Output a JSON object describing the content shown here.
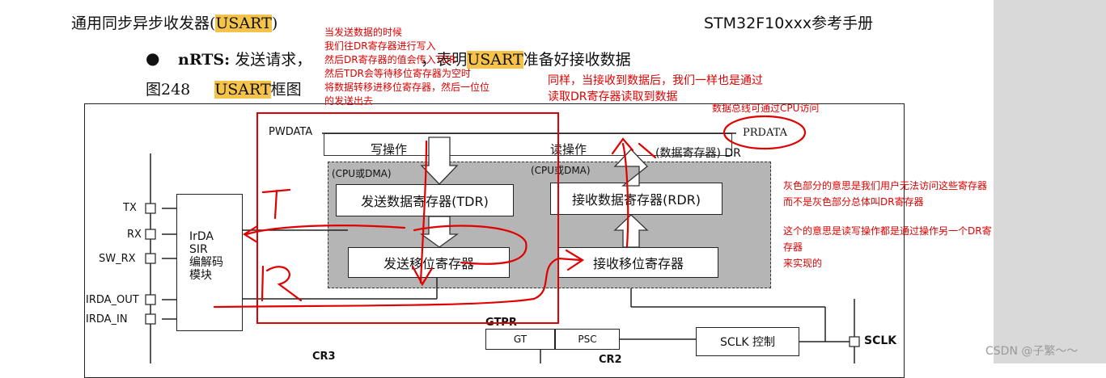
{
  "header": {
    "title_prefix": "通用同步异步收发器(",
    "title_highlight": "USART",
    "title_suffix": ")",
    "manual": "STM32F10xxx参考手册"
  },
  "bullet": {
    "label": "nRTS:",
    "text_a": "发送请求，",
    "text_b": "，表明",
    "highlight": "USART",
    "text_c": "准备好接收数据"
  },
  "figure": {
    "prefix": "图248",
    "highlight": "USART",
    "suffix": "框图"
  },
  "diagram": {
    "pwdata": "PWDATA",
    "prdata": "PRDATA",
    "write_op": "写操作",
    "read_op": "读操作",
    "data_reg": "(数据寄存器) DR",
    "cpu_dma_left": "(CPU或DMA)",
    "cpu_dma_right": "(CPU或DMA)",
    "tdr": "发送数据寄存器(TDR)",
    "rdr": "接收数据寄存器(RDR)",
    "tx_shift": "发送移位寄存器",
    "rx_shift": "接收移位寄存器",
    "irda_lines": [
      "IrDA",
      "SIR",
      "编解码",
      "模块"
    ],
    "pins": [
      "TX",
      "RX",
      "SW_RX",
      "IRDA_OUT",
      "IRDA_IN"
    ],
    "gtpr": "GTPR",
    "gt": "GT",
    "psc": "PSC",
    "sclk_ctrl": "SCLK 控制",
    "sclk": "SCLK",
    "cr3": "CR3",
    "cr2": "CR2"
  },
  "annotations": {
    "top_note": [
      "当发送数据的时候",
      "我们往DR寄存器进行写入",
      "然后DR寄存器的值会传入TDR",
      "然后TDR会等待移位寄存器为空时",
      "将数据转移进移位寄存器，然后一位位",
      "的发送出去"
    ],
    "mid_note": [
      "同样，当接收到数据后，我们一样也是通过",
      "读取DR寄存器读取到数据"
    ],
    "bus_note": "数据总线可通过CPU访问",
    "gray_note": [
      "灰色部分的意思是我们用户无法访问这些寄存器",
      "而不是灰色部分总体叫DR寄存器"
    ],
    "rw_note": [
      "这个的意思是读写操作都是通过操作另一个DR寄存器",
      "来实现的"
    ],
    "hand_t": "T",
    "hand_r": "R"
  },
  "watermark": "CSDN @子繁～～",
  "colors": {
    "annotation": "#e00000",
    "highlight": "#f5c24a",
    "gray_region": "#b5b5b5",
    "sidebar": "#d9d9d9"
  }
}
